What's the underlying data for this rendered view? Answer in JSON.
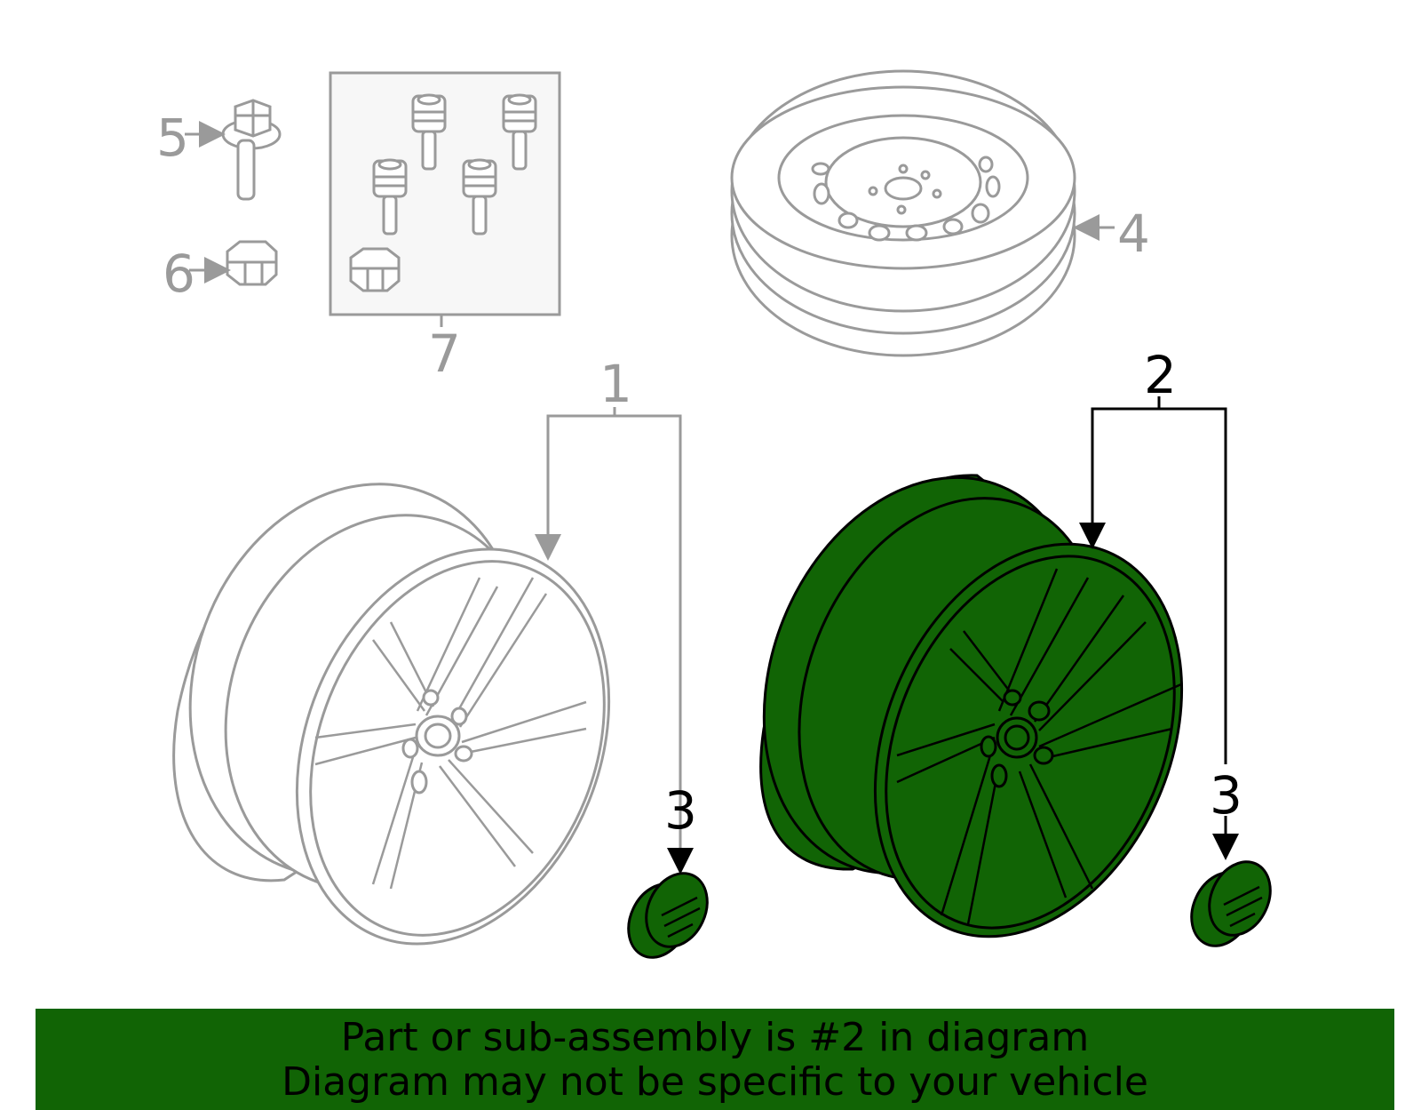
{
  "diagram": {
    "callouts": {
      "c1": "1",
      "c2": "2",
      "c3a": "3",
      "c3b": "3",
      "c4": "4",
      "c5": "5",
      "c6": "6",
      "c7": "7"
    },
    "colors": {
      "highlight": "#116405",
      "line_gray": "#9a9a9a",
      "line_black": "#000000"
    },
    "highlighted_part": "2"
  },
  "footer": {
    "line1": "Part or sub-assembly is #2 in diagram",
    "line2": "Diagram may not be specific to your vehicle"
  }
}
